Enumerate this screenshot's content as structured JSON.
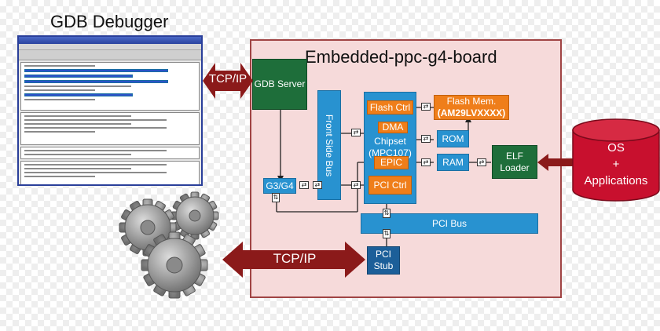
{
  "debugger": {
    "title": "GDB Debugger"
  },
  "links": {
    "top_protocol": "TCP/IP",
    "bottom_protocol": "TCP/IP"
  },
  "board": {
    "title": "Embedded-ppc-g4-board",
    "gdb_server": "GDB Server",
    "front_side_bus": "Front Side Bus",
    "g3g4": "G3/G4",
    "flash_ctrl": "Flash Ctrl",
    "dma": "DMA",
    "chipset_line1": "Chipset",
    "chipset_line2": "(MPC107)",
    "epic": "EPIC",
    "pci_ctrl": "PCI Ctrl",
    "flash_mem_line1": "Flash Mem.",
    "flash_mem_line2": "(AM29LVXXXX)",
    "rom": "ROM",
    "ram": "RAM",
    "elf_line1": "ELF",
    "elf_line2": "Loader",
    "pci_bus": "PCI Bus",
    "pci_stub_line1": "PCI",
    "pci_stub_line2": "Stub"
  },
  "os": {
    "line1": "OS",
    "line2": "+",
    "line3": "Applications"
  },
  "colors": {
    "board_fill": "#f6dada",
    "board_border": "#a04444",
    "green": "#1e6e3a",
    "blue": "#2892d0",
    "orange": "#ef7e1a",
    "dark_blue": "#1c5f99",
    "arrow_red": "#8b1a1a",
    "cylinder_red": "#c8102e"
  },
  "icons": [
    "gear-icon",
    "switch-icon",
    "database-cylinder-icon",
    "double-arrow-icon"
  ]
}
